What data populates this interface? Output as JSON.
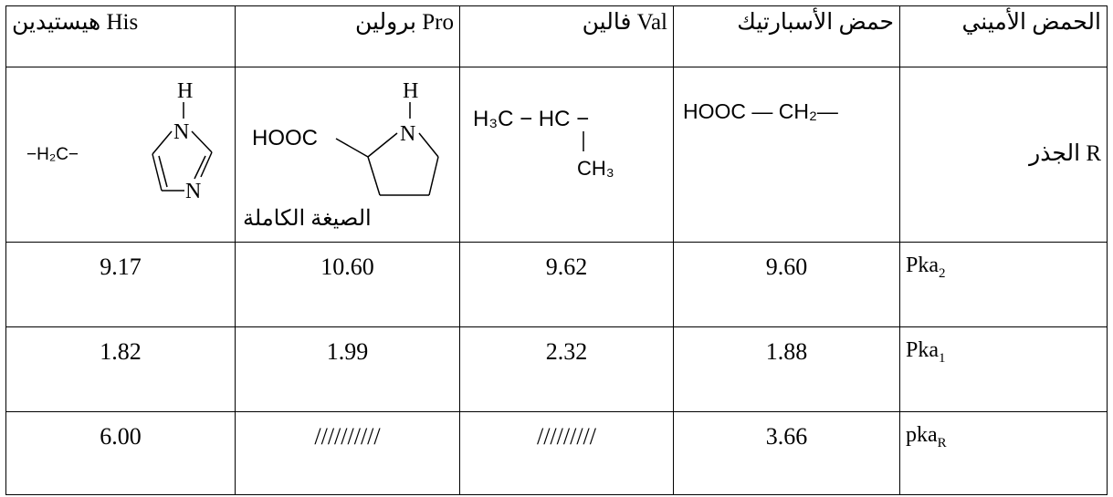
{
  "table": {
    "headers": {
      "his": "هيستيدين His",
      "pro": "برولين Pro",
      "val": "فالين  Val",
      "asp": "حمض الأسبارتيك",
      "aa": "الحمض الأميني"
    },
    "r_label": "الجذر R",
    "pro_caption": "الصيغة الكاملة",
    "structures": {
      "his": {
        "sub": "−H₂C−",
        "h": "H",
        "n1": "N",
        "n2": "N"
      },
      "pro": {
        "hooc": "HOOC",
        "h": "H",
        "n": "N"
      },
      "val": {
        "h3c": "H₃C − HC −",
        "ch3": "CH₃"
      },
      "asp": {
        "chain": "HOOC — CH₂—"
      }
    },
    "rows": [
      {
        "label": "Pka",
        "sub": "2",
        "his": "9.17",
        "pro": "10.60",
        "val": "9.62",
        "asp": "9.60"
      },
      {
        "label": "Pka",
        "sub": "1",
        "his": "1.82",
        "pro": "1.99",
        "val": "2.32",
        "asp": "1.88"
      },
      {
        "label": "pka",
        "sub": "R",
        "his": "6.00",
        "pro": "//////////",
        "val": "/////////",
        "asp": "3.66"
      }
    ]
  }
}
